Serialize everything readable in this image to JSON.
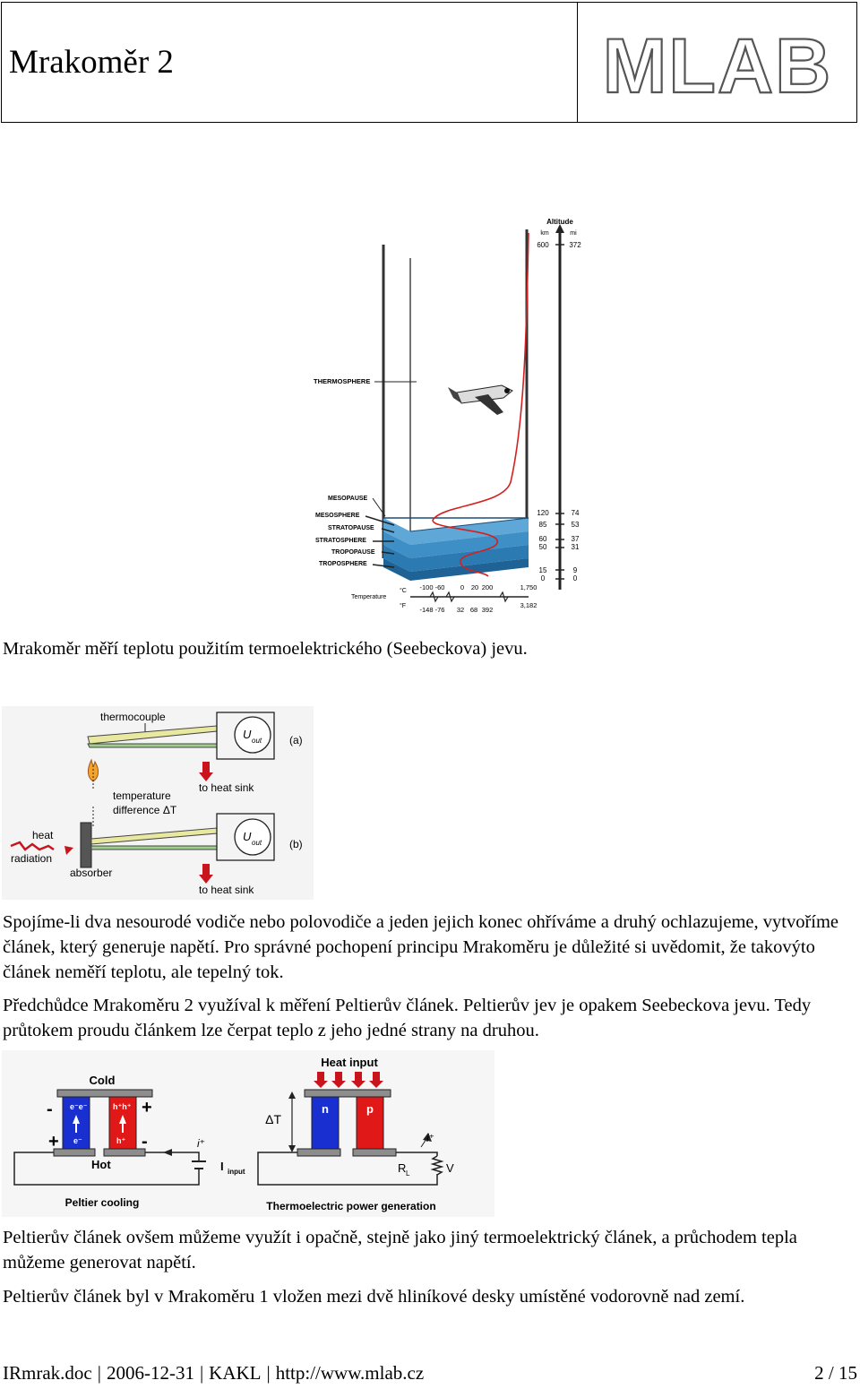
{
  "header": {
    "title": "Mrakoměr 2",
    "logo_text": "MLAB"
  },
  "atmosphere_figure": {
    "altitude_label": "Altitude",
    "unit_km": "km",
    "unit_mi": "mi",
    "layers": [
      "THERMOSPHERE",
      "MESOPAUSE",
      "MESOSPHERE",
      "STRATOPAUSE",
      "STRATOSPHERE",
      "TROPOPAUSE",
      "TROPOSPHERE"
    ],
    "km_ticks": [
      "600",
      "120",
      "85",
      "60",
      "50",
      "15",
      "0"
    ],
    "mi_ticks": [
      "372",
      "74",
      "53",
      "37",
      "31",
      "9",
      "0"
    ],
    "temperature_label": "Temperature",
    "celsius_unit": "°C",
    "fahrenheit_unit": "°F",
    "celsius_ticks": [
      "-100",
      "-60",
      "0",
      "20",
      "200",
      "1,750"
    ],
    "fahrenheit_ticks": [
      "-148",
      "-76",
      "32",
      "68",
      "392",
      "3,182"
    ]
  },
  "paragraphs": {
    "p1": "Mrakoměr měří teplotu použitím termoelektrického (Seebeckova) jevu.",
    "p2": "Spojíme-li dva nesourodé vodiče nebo polovodiče a jeden jejich konec ohříváme a druhý ochlazujeme, vytvoříme článek, který generuje napětí. Pro správné pochopení principu Mrakoměru je důležité si uvědomit, že takovýto článek neměří teplotu, ale tepelný tok.",
    "p3": "Předchůdce Mrakoměru 2 využíval k měření Peltierův článek. Peltierův jev je opakem Seebeckova jevu. Tedy průtokem proudu článkem lze čerpat teplo z jeho jedné strany na druhou.",
    "p4": "Peltierův článek ovšem můžeme využít i opačně, stejně jako jiný termoelektrický článek, a průchodem tepla můžeme generovat napětí.",
    "p5": "Peltierův článek byl v Mrakoměru 1 vložen mezi dvě hliníkové desky umístěné vodorovně nad zemí."
  },
  "thermocouple_figure": {
    "thermocouple": "thermocouple",
    "u_out": "U",
    "u_out_sub": "out",
    "label_a": "(a)",
    "label_b": "(b)",
    "to_heat_sink": "to heat sink",
    "temperature": "temperature",
    "difference": "difference ΔT",
    "heat": "heat",
    "radiation": "radiation",
    "absorber": "absorber"
  },
  "peltier_figure": {
    "cold": "Cold",
    "hot": "Hot",
    "heat_input": "Heat input",
    "peltier_cooling": "Peltier cooling",
    "power_generation": "Thermoelectric power generation",
    "n": "n",
    "p": "p",
    "delta_t": "ΔT",
    "i_input": "I",
    "i_input_sub": "input",
    "rl": "R",
    "rl_sub": "L",
    "v": "V",
    "ee": "e⁻e⁻",
    "e": "e⁻",
    "hh": "h⁺h⁺",
    "h": "h⁺",
    "i_plus": "i⁺",
    "plus": "+",
    "minus": "-"
  },
  "footer": {
    "file": "IRmrak.doc",
    "date": "2006-12-31",
    "author": "KAKL",
    "url": "http://www.mlab.cz",
    "page": "2 / 15"
  },
  "colors": {
    "red_curve": "#d42020",
    "layer_blue": "#3a8fc4",
    "n_blue": "#1a2fd0",
    "p_red": "#e01818"
  }
}
